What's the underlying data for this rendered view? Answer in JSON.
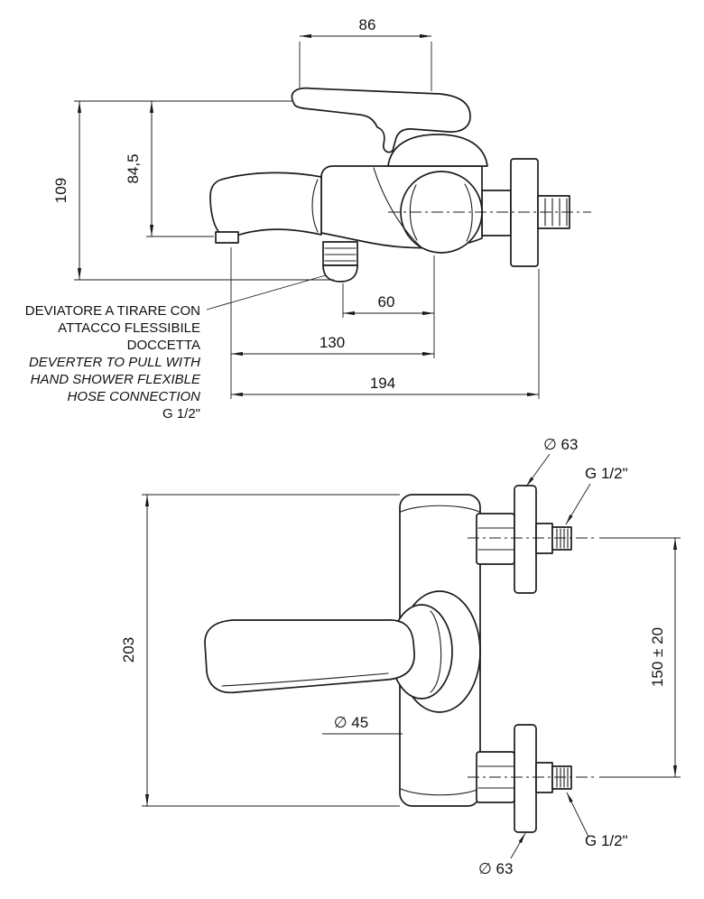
{
  "colors": {
    "line": "#1c1c1c",
    "background": "#ffffff"
  },
  "side_view": {
    "dim_86": "86",
    "dim_109": "109",
    "dim_84_5": "84,5",
    "dim_60": "60",
    "dim_130": "130",
    "dim_194": "194",
    "note_it_1": "DEVIATORE A TIRARE CON",
    "note_it_2": "ATTACCO FLESSIBILE",
    "note_it_3": "DOCCETTA",
    "note_en_1": "DEVERTER TO PULL WITH",
    "note_en_2": "HAND SHOWER FLEXIBLE",
    "note_en_3": "HOSE CONNECTION",
    "note_thread": "G 1/2\""
  },
  "front_view": {
    "dia_top": "∅ 63",
    "thread_top": "G 1/2\"",
    "dim_203": "203",
    "dim_150": "150 ± 20",
    "dia_rosette": "∅ 45",
    "thread_bottom": "G 1/2\"",
    "dia_bottom": "∅ 63"
  }
}
